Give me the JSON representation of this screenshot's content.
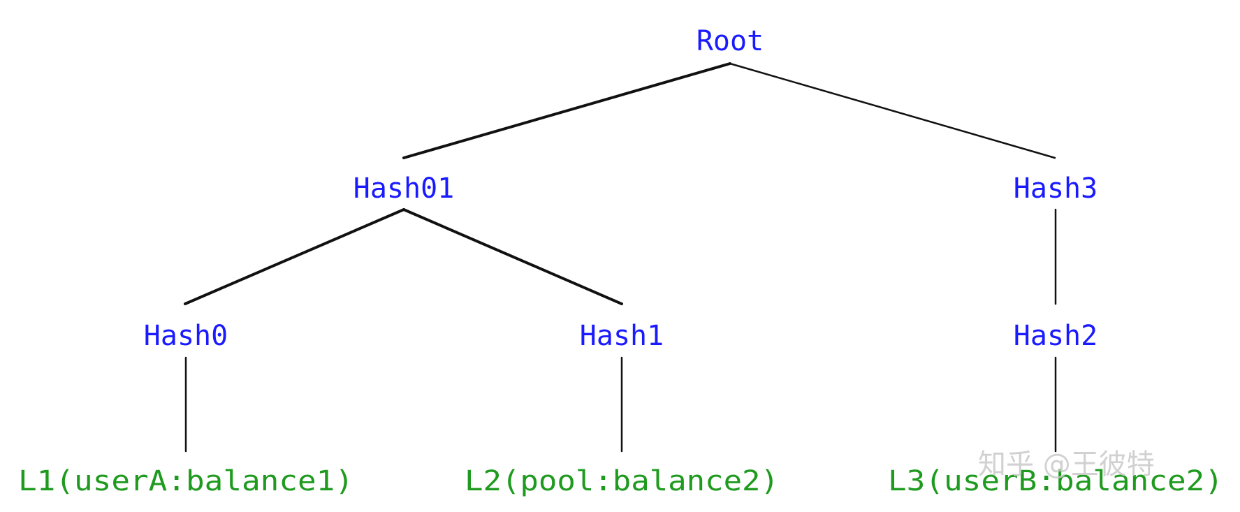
{
  "diagram": {
    "nodes": {
      "root": "Root",
      "hash01": "Hash01",
      "hash3": "Hash3",
      "hash0": "Hash0",
      "hash1": "Hash1",
      "hash2": "Hash2",
      "l1": "L1(userA:balance1)",
      "l2": "L2(pool:balance2)",
      "l3": "L3(userB:balance2)"
    },
    "edges": [
      [
        "root",
        "hash01"
      ],
      [
        "root",
        "hash3"
      ],
      [
        "hash01",
        "hash0"
      ],
      [
        "hash01",
        "hash1"
      ],
      [
        "hash0",
        "l1"
      ],
      [
        "hash1",
        "l2"
      ],
      [
        "hash3",
        "hash2"
      ],
      [
        "hash2",
        "l3"
      ]
    ],
    "colors": {
      "internal_node": "#1a1aff",
      "leaf_node": "#1e9a1e",
      "edge": "#111111"
    }
  },
  "watermark": {
    "text": "知乎 @王彼特"
  }
}
